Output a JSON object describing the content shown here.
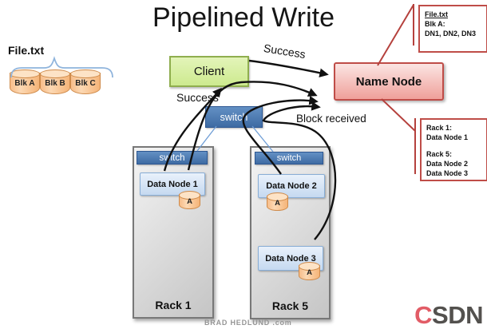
{
  "title": "Pipelined Write",
  "source_file": {
    "label": "File.txt",
    "blocks": [
      "Blk A",
      "Blk B",
      "Blk C"
    ]
  },
  "client": {
    "label": "Client"
  },
  "name_node": {
    "label": "Name Node"
  },
  "network": {
    "core_switch": "switch",
    "rack1_switch": "switch",
    "rack5_switch": "switch"
  },
  "racks": {
    "rack1": {
      "label": "Rack 1",
      "nodes": [
        {
          "label": "Data Node 1",
          "block": "A"
        }
      ]
    },
    "rack5": {
      "label": "Rack 5",
      "nodes": [
        {
          "label": "Data Node 2",
          "block": "A"
        },
        {
          "label": "Data Node 3",
          "block": "A"
        }
      ]
    }
  },
  "labels": {
    "success_client_to_namenode": "Success",
    "success_datanode_to_client": "Success",
    "block_received": "Block received"
  },
  "callouts": {
    "file_mapping": {
      "title": "File.txt",
      "blk": "Blk A:",
      "nodes": "DN1, DN2, DN3"
    },
    "rack_mapping": {
      "group1": [
        "Rack 1:",
        "Data Node 1"
      ],
      "group2": [
        "Rack 5:",
        "Data Node 2",
        "Data Node 3"
      ]
    }
  },
  "footer": {
    "credit": "BRAD HEDLUND .com"
  },
  "logo": {
    "c": "C",
    "sdn": "SDN"
  },
  "colors": {
    "client_green": "#cdea8f",
    "namenode_pink": "#efa09a",
    "callout_red": "#bf4d48",
    "switch_blue": "#4a79b0",
    "block_orange": "#fbc99c",
    "rack_gray": "#d9d9d9",
    "arrow_black": "#111111",
    "brace_blue": "#8fb4dc",
    "csdn_red": "#e25c66",
    "csdn_gray": "#53514e"
  }
}
